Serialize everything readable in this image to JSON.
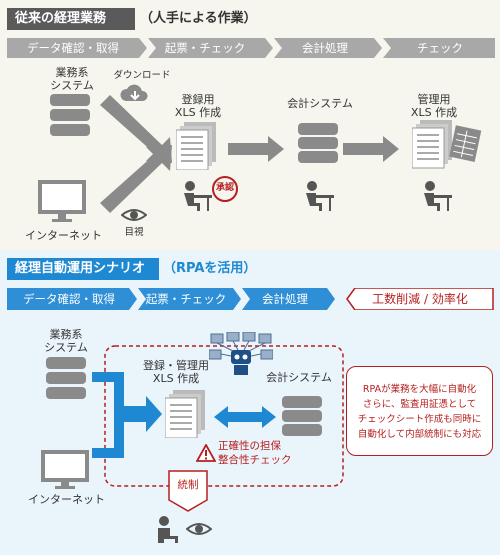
{
  "traditional": {
    "title": "従来の経理業務",
    "subtitle": "（人手による作業）",
    "steps": [
      "データ確認・取得",
      "起票・チェック",
      "会計処理",
      "チェック"
    ],
    "business_system": [
      "業務系",
      "システム"
    ],
    "download": "ダウンロード",
    "internet": "インターネット",
    "visual": "目視",
    "registration_xls": [
      "登録用",
      "XLS 作成"
    ],
    "approval": "承認",
    "accounting_system": "会計システム",
    "management_xls": [
      "管理用",
      "XLS 作成"
    ]
  },
  "automation": {
    "title": "経理自動運用シナリオ",
    "subtitle": "（RPAを活用）",
    "steps": [
      "データ確認・取得",
      "起票・チェック",
      "会計処理"
    ],
    "outcome": "工数削減 / 効率化",
    "business_system": [
      "業務系",
      "システム"
    ],
    "internet": "インターネット",
    "registration_xls": [
      "登録・管理用",
      "XLS 作成"
    ],
    "accounting_system": "会計システム",
    "accuracy": [
      "正確性の担保",
      "整合性チェック"
    ],
    "control": "統制",
    "rpa_note": [
      "RPAが業務を大幅に自動化",
      "さらに、監査用証憑として",
      "チェックシート作成も同時に",
      "自動化して内部統制にも対応"
    ]
  },
  "colors": {
    "dark_bar": "#5a5a5a",
    "gray_chevron": "#a8a8a8",
    "blue": "#1e88d2",
    "blue_chevron": "#2f8fd6",
    "red": "#b51f1f",
    "icon_gray": "#8a8a8a"
  }
}
